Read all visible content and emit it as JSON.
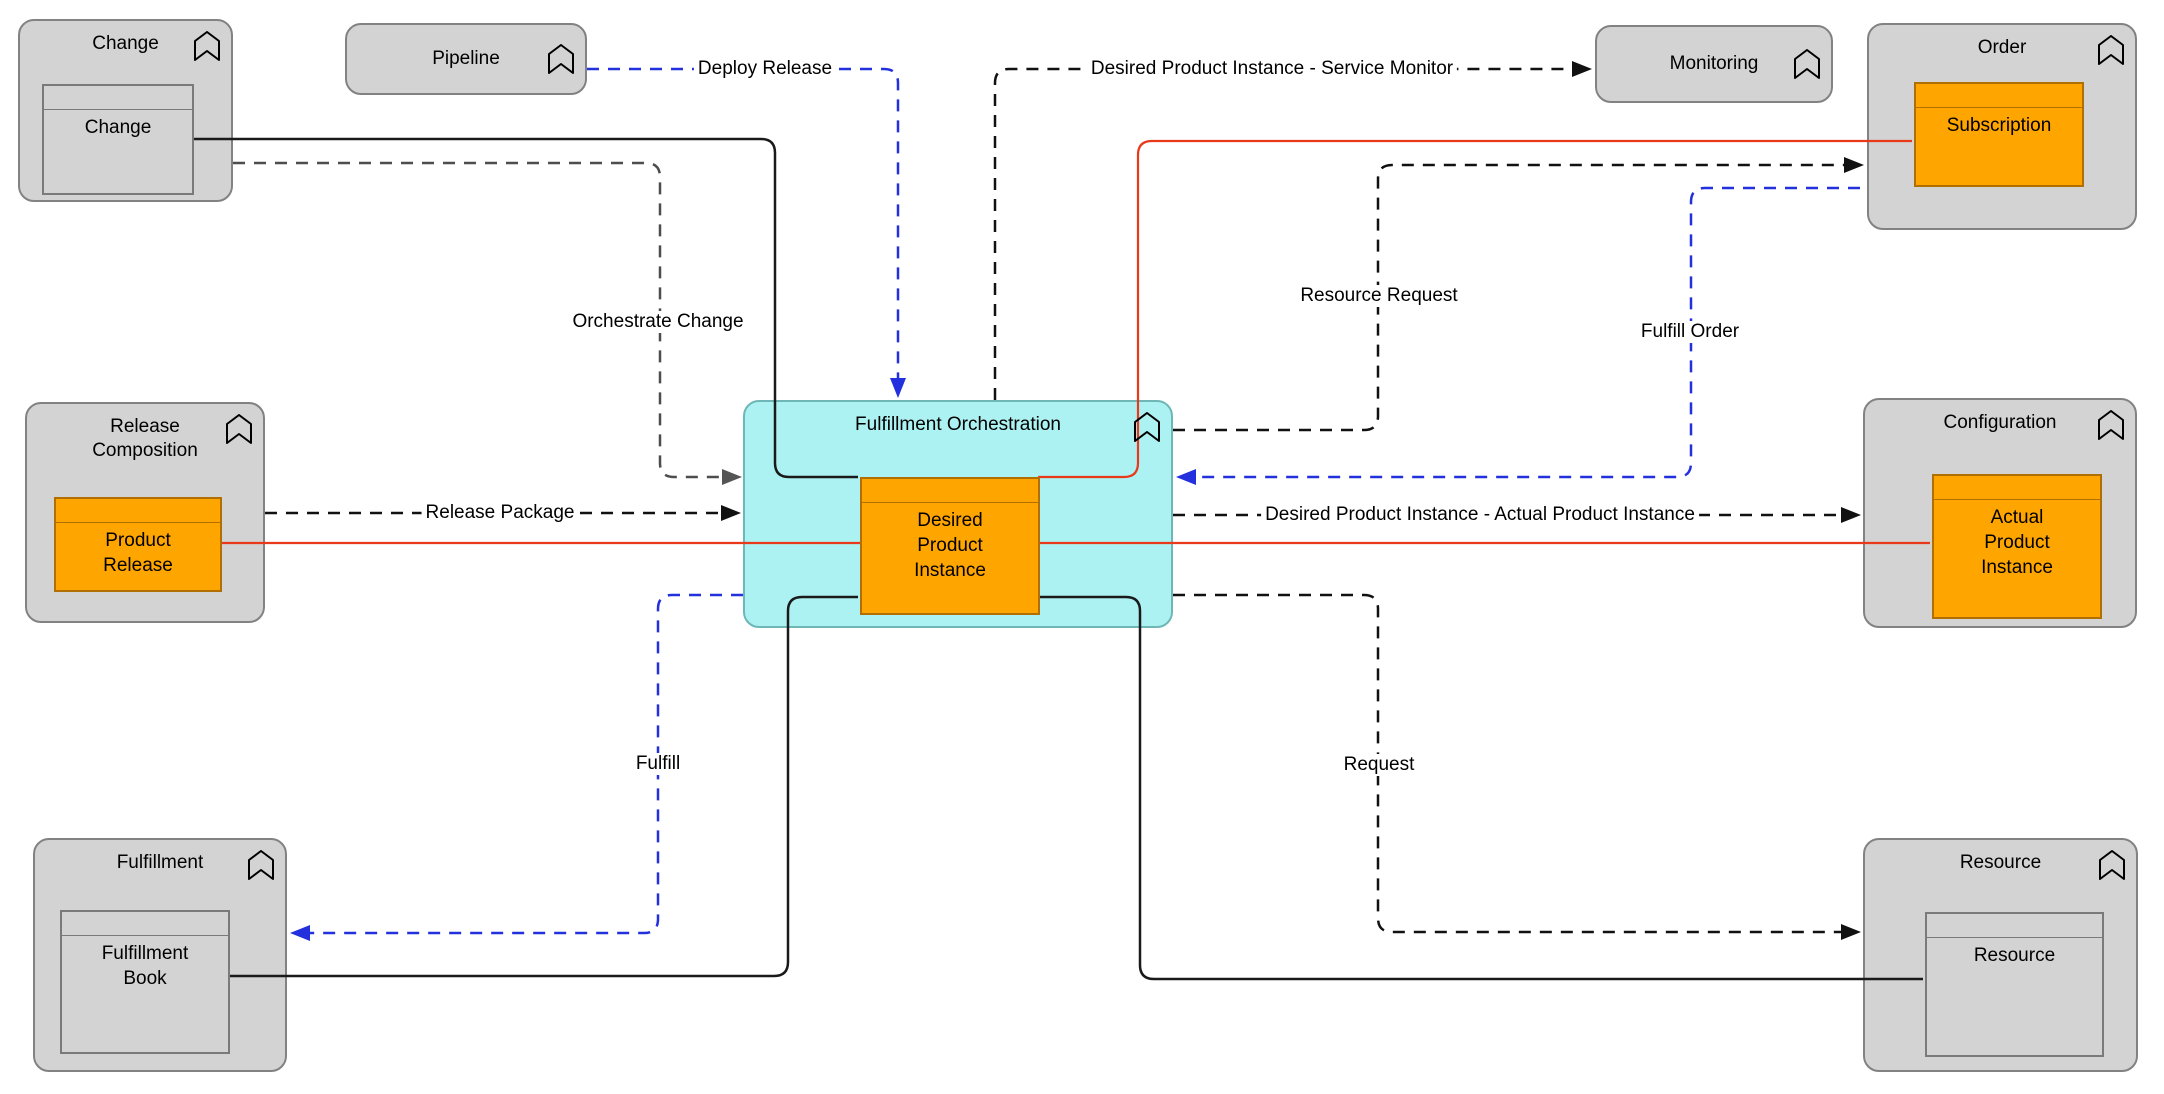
{
  "colors": {
    "group_fill": "#d3d3d3",
    "group_stroke": "#828282",
    "cyan_fill": "#adf2f2",
    "cyan_stroke": "#6fb7b7",
    "orange_fill": "#ffa500",
    "orange_stroke": "#b06f00",
    "red_line": "#e8391b",
    "blue_line": "#2330dd",
    "black_line": "#1a1a1a",
    "grey_line": "#4d4d4d"
  },
  "groups": {
    "change": {
      "title": "Change",
      "element": "Change"
    },
    "pipeline": {
      "title": "Pipeline"
    },
    "monitoring": {
      "title": "Monitoring"
    },
    "order": {
      "title": "Order",
      "element": "Subscription"
    },
    "release_composition": {
      "title": "Release Composition",
      "element": "Product Release"
    },
    "fulfillment_orchestration": {
      "title": "Fulfillment Orchestration",
      "element": "Desired Product Instance"
    },
    "configuration": {
      "title": "Configuration",
      "element": "Actual Product Instance"
    },
    "fulfillment": {
      "title": "Fulfillment",
      "element": "Fulfillment Book"
    },
    "resource": {
      "title": "Resource",
      "element": "Resource"
    }
  },
  "connections": {
    "deploy_release": "Deploy Release",
    "service_monitor": "Desired Product Instance - Service Monitor",
    "orchestrate_change": "Orchestrate Change",
    "release_package": "Release Package",
    "resource_request": "Resource Request",
    "fulfill_order": "Fulfill Order",
    "dpi_api": "Desired Product Instance - Actual Product Instance",
    "fulfill": "Fulfill",
    "request": "Request"
  }
}
